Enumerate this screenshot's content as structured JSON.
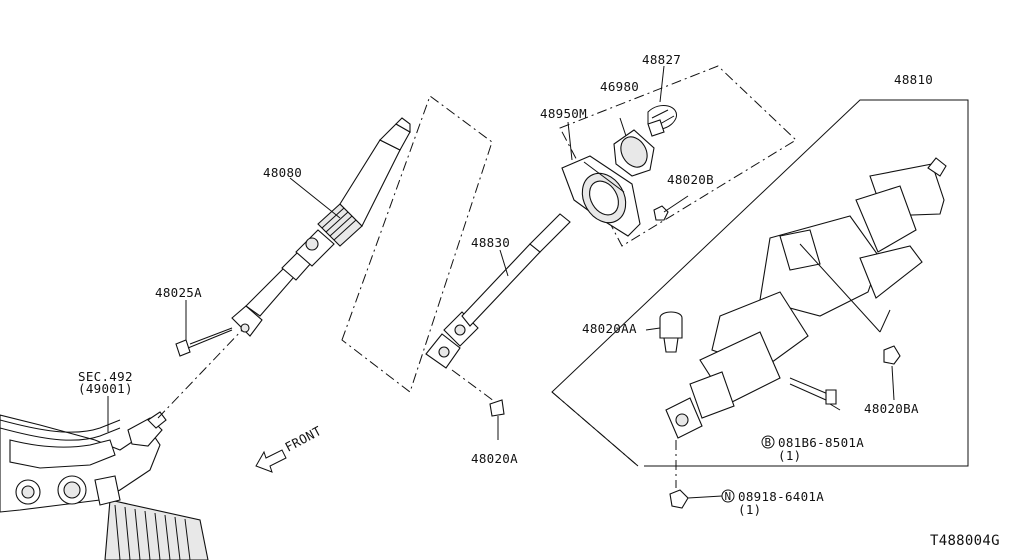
{
  "parts": {
    "p48080": "48080",
    "p48025A": "48025A",
    "sec492": "SEC.492",
    "sec492_sub": "(49001)",
    "front": "FRONT",
    "p48950M": "48950M",
    "p46980": "46980",
    "p48827": "48827",
    "p48020B": "48020B",
    "p48830": "48830",
    "p48020AA": "48020AA",
    "p48020A": "48020A",
    "p48810": "48810",
    "p48020BA": "48020BA",
    "bolt_b": "081B6-8501A",
    "bolt_b_qty": "(1)",
    "bolt_b_symbol": "B",
    "nut_n": "08918-6401A",
    "nut_n_qty": "(1)",
    "nut_n_symbol": "N"
  },
  "figure_code": "T488004G",
  "icons": [
    "front-arrow-icon",
    "b-symbol-icon",
    "n-symbol-icon"
  ]
}
